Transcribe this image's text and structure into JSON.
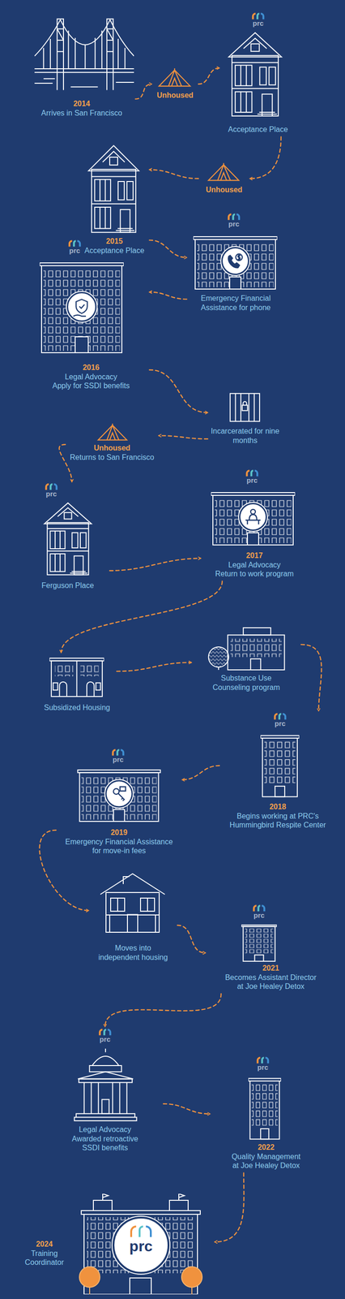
{
  "diagram": {
    "nodes": [
      {
        "text": [
          "2014",
          "Arrives in San Francisco"
        ]
      },
      {
        "text": [
          "Unhoused"
        ]
      },
      {
        "text": [
          "Acceptance Place"
        ]
      },
      {
        "text": [
          "Unhoused"
        ]
      },
      {
        "text": [
          "2015",
          "Acceptance Place"
        ]
      },
      {
        "text": [
          "Emergency Financial Assistance for phone"
        ]
      },
      {
        "text": [
          "2016",
          "Legal Advocacy",
          "Apply for SSDI benefits"
        ]
      },
      {
        "text": [
          "Incarcerated for nine months"
        ]
      },
      {
        "text": [
          "Unhoused",
          "Returns to San Francisco"
        ]
      },
      {
        "text": [
          "Ferguson Place"
        ]
      },
      {
        "text": [
          "2017",
          "Legal Advocacy",
          "Return to work program"
        ]
      },
      {
        "text": [
          "Subsidized Housing"
        ]
      },
      {
        "text": [
          "Substance Use Counseling program"
        ]
      },
      {
        "text": [
          "2018",
          "Begins working at PRC's Hummingbird Respite Center"
        ]
      },
      {
        "text": [
          "2019",
          "Emergency Financial Assistance for move-in fees"
        ]
      },
      {
        "text": [
          "Moves into independent housing"
        ]
      },
      {
        "text": [
          "2021",
          "Becomes Assistant Director at Joe Healey Detox"
        ]
      },
      {
        "text": [
          "Legal Advocacy",
          "Awarded retroactive SSDI benefits"
        ]
      },
      {
        "text": [
          "2022",
          "Quality Management at Joe Healey Detox"
        ]
      },
      {
        "text": [
          "2024",
          "Training Coordinator"
        ]
      }
    ],
    "edges": [
      {
        "from": 0,
        "to": 1,
        "arrow": "to"
      },
      {
        "from": 1,
        "to": 2,
        "arrow": "to"
      },
      {
        "from": 2,
        "to": 3,
        "arrow": "to"
      },
      {
        "from": 3,
        "to": 4,
        "arrow": "to"
      },
      {
        "from": 4,
        "to": 5,
        "arrow": "to"
      },
      {
        "from": 5,
        "to": 6,
        "arrow": "to"
      },
      {
        "from": 6,
        "to": 7,
        "arrow": "to"
      },
      {
        "from": 7,
        "to": 8,
        "arrow": "to"
      },
      {
        "from": 8,
        "to": 9,
        "arrow": "to"
      },
      {
        "from": 9,
        "to": 10,
        "arrow": "to"
      },
      {
        "from": 10,
        "to": 11,
        "arrow": "to"
      },
      {
        "from": 11,
        "to": 12,
        "arrow": "to"
      },
      {
        "from": 12,
        "to": 13,
        "arrow": "to"
      },
      {
        "from": 13,
        "to": 14,
        "arrow": "to"
      },
      {
        "from": 14,
        "to": 15,
        "arrow": "to"
      },
      {
        "from": 15,
        "to": 16,
        "arrow": "to"
      },
      {
        "from": 16,
        "to": 17,
        "arrow": "to"
      },
      {
        "from": 17,
        "to": 18,
        "arrow": "to"
      },
      {
        "from": 18,
        "to": 19,
        "arrow": "to"
      }
    ],
    "labels": [
      "prc",
      "prc",
      "prc",
      "prc",
      "prc",
      "prc",
      "prc",
      "prc",
      "prc",
      "prc",
      "prc"
    ]
  }
}
